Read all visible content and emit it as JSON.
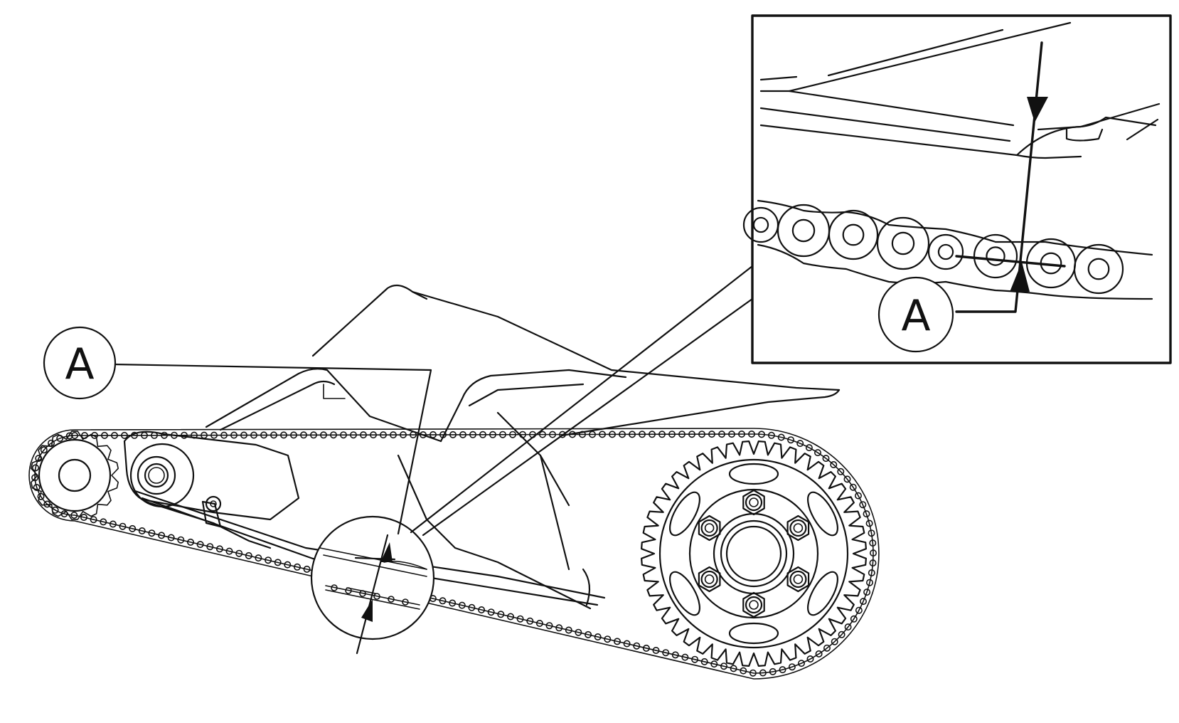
{
  "callouts": {
    "main": {
      "letter": "A"
    },
    "inset": {
      "letter": "A"
    }
  },
  "colors": {
    "line": "#111111",
    "background": "#ffffff"
  },
  "parts": [
    "swingarm",
    "front-sprocket",
    "rear-sprocket",
    "drive-chain",
    "chain-slider",
    "detail-inset"
  ]
}
